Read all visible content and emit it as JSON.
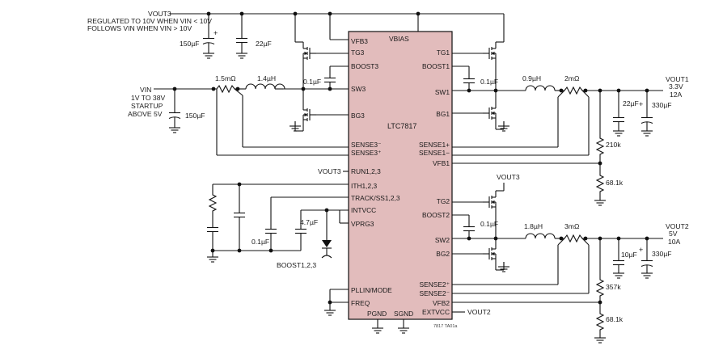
{
  "ic": {
    "part": "LTC7817",
    "fill": "#e2bcbc",
    "pins_left": {
      "vfb3": "VFB3",
      "tg3": "TG3",
      "boost3": "BOOST3",
      "sw3": "SW3",
      "bg3": "BG3",
      "sense3_minus": "SENSE3⁻",
      "sense3_plus": "SENSE3⁺",
      "run": "RUN1,2,3",
      "ith": "ITH1,2,3",
      "track": "TRACK/SS1,2,3",
      "intvcc": "INTVCC",
      "vprg3": "VPRG3",
      "pllin": "PLLIN/MODE",
      "freq": "FREQ"
    },
    "pins_right": {
      "tg1": "TG1",
      "boost1": "BOOST1",
      "sw1": "SW1",
      "bg1": "BG1",
      "sense1_plus": "SENSE1+",
      "sense1_minus": "SENSE1−",
      "vfb1": "VFB1",
      "tg2": "TG2",
      "boost2": "BOOST2",
      "sw2": "SW2",
      "bg2": "BG2",
      "sense2_plus": "SENSE2⁺",
      "sense2_minus": "SENSE2⁻",
      "vfb2": "VFB2",
      "extvcc": "EXTVCC"
    },
    "pins_top": {
      "vbias": "VBIAS"
    },
    "pins_bottom": {
      "pgnd": "PGND",
      "sgnd": "SGND"
    }
  },
  "labels": {
    "vout3_top": "VOUT3",
    "vout3_note_line1": "REGULATED TO 10V WHEN VIN < 10V",
    "vout3_note_line2": "FOLLOWS VIN WHEN VIN > 10V",
    "vin": "VIN",
    "vin_range": "1V TO 38V",
    "vin_startup": "STARTUP",
    "vin_above": "ABOVE 5V",
    "vout3_run": "VOUT3",
    "vout3_mid": "VOUT3",
    "boost123": "BOOST1,2,3",
    "vout1": "VOUT1",
    "vout1_v": "3.3V",
    "vout1_i": "12A",
    "vout2": "VOUT2",
    "vout2_v": "5V",
    "vout2_i": "10A",
    "vout2_extvcc": "VOUT2",
    "figure_id": "7817 TA01a"
  },
  "components": {
    "c_vout3_bulk": "150µF",
    "c_vout3_cer": "22µF",
    "c_boost3": "0.1µF",
    "r_sense3": "1.5mΩ",
    "l_ch3": "1.4µH",
    "c_vin": "150µF",
    "c_boost1": "0.1µF",
    "l_ch1": "0.9µH",
    "r_sense1": "2mΩ",
    "c_out1_cer": "22µF",
    "c_out1_bulk": "330µF",
    "r_fb1_top": "210k",
    "r_fb1_bot": "68.1k",
    "c_boost2": "0.1µF",
    "l_ch2": "1.8µH",
    "r_sense2": "3mΩ",
    "c_out2_cer": "10µF",
    "c_out2_bulk": "330µF",
    "r_fb2_top": "357k",
    "r_fb2_bot": "68.1k",
    "c_track": "0.1µF",
    "c_intvcc": "4.7µF"
  }
}
